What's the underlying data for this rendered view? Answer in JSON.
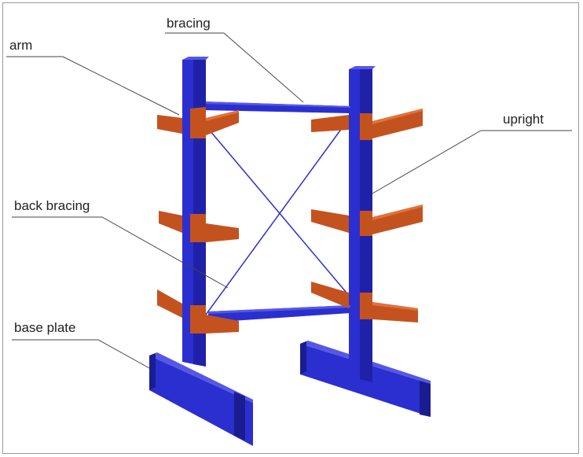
{
  "labels": {
    "bracing": "bracing",
    "arm": "arm",
    "upright": "upright",
    "back_bracing": "back bracing",
    "base_plate": "base plate"
  },
  "colors": {
    "frame": "#2b2fd0",
    "frame_dark": "#1a1d8f",
    "arm": "#c4521f",
    "arm_dark": "#8a3512",
    "leader": "#444444"
  }
}
